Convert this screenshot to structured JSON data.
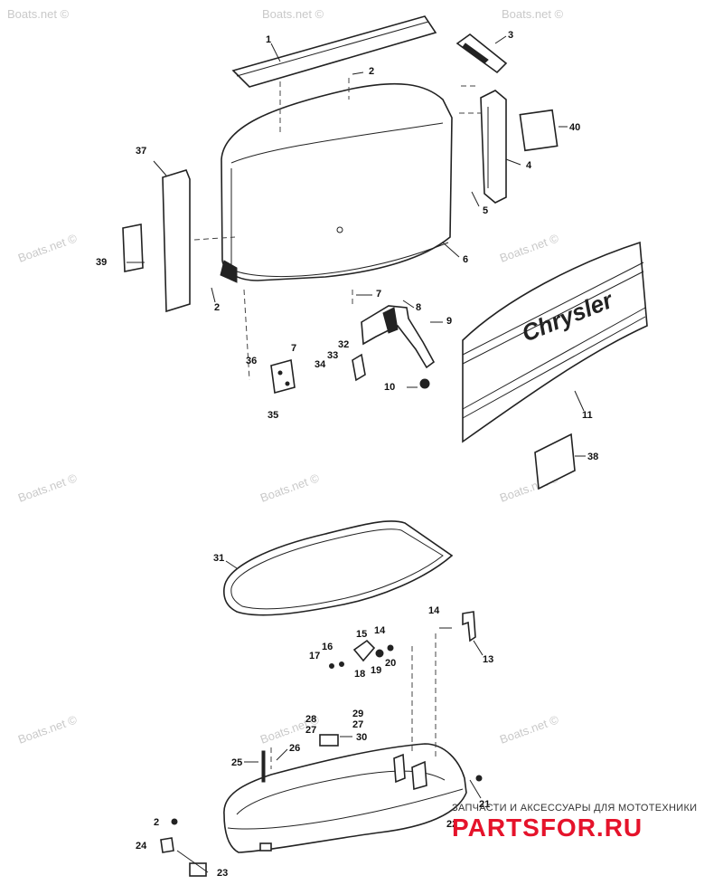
{
  "watermark": "Boats.net ©",
  "brand_decal": "Chrysler",
  "footer": {
    "tagline": "ЗАПЧАСТИ И АКСЕССУАРЫ ДЛЯ МОТОТЕХНИКИ",
    "logo": "PARTSFOR.RU"
  },
  "callouts": {
    "c1": "1",
    "c2a": "2",
    "c2b": "2",
    "c2c": "2",
    "c3": "3",
    "c4": "4",
    "c5": "5",
    "c6": "6",
    "c7a": "7",
    "c7b": "7",
    "c8": "8",
    "c9": "9",
    "c10": "10",
    "c11": "11",
    "c13": "13",
    "c14a": "14",
    "c14b": "14",
    "c15": "15",
    "c16": "16",
    "c17": "17",
    "c18": "18",
    "c19": "19",
    "c20": "20",
    "c21": "21",
    "c22": "22",
    "c23": "23",
    "c24": "24",
    "c25": "25",
    "c26": "26",
    "c27a": "27",
    "c27b": "27",
    "c28": "28",
    "c29": "29",
    "c30": "30",
    "c31": "31",
    "c32": "32",
    "c33": "33",
    "c34": "34",
    "c35": "35",
    "c36": "36",
    "c37": "37",
    "c38": "38",
    "c39": "39",
    "c40": "40"
  }
}
